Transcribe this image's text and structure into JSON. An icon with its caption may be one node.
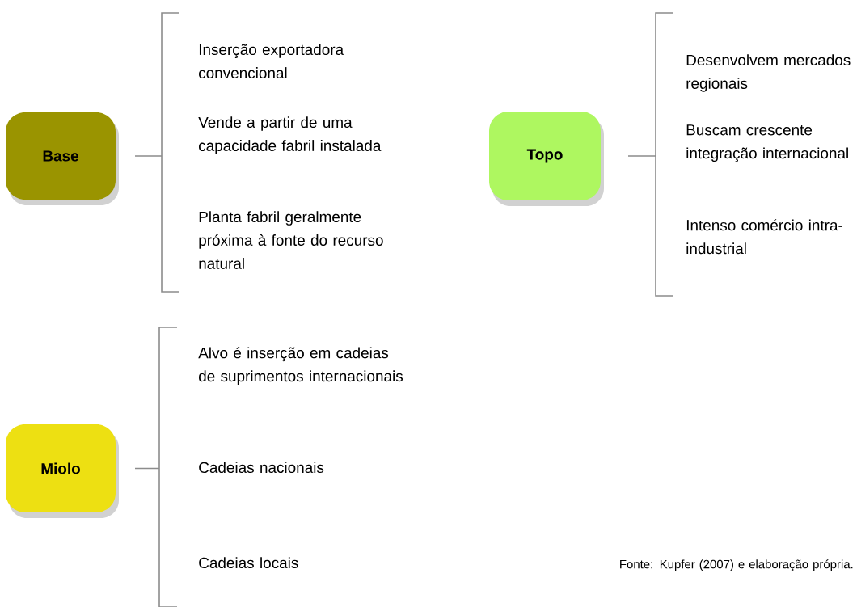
{
  "diagram": {
    "nodes": [
      {
        "text": [
          "Base"
        ]
      },
      {
        "text": [
          "Topo"
        ]
      },
      {
        "text": [
          "Miolo"
        ]
      }
    ],
    "labels": [
      "Inserção exportadora convencional",
      "Vende a partir de uma capacidade fabril instalada",
      "Planta fabril geralmente próxima à fonte do recurso natural",
      "Desenvolvem mercados regionais",
      "Buscam crescente integração internacional",
      "Intenso comércio intra-industrial",
      "Alvo é inserção em cadeias de suprimentos internacionais",
      "Cadeias nacionais",
      "Cadeias locais",
      "Fonte: Kupfer (2007) e elaboração própria."
    ]
  }
}
